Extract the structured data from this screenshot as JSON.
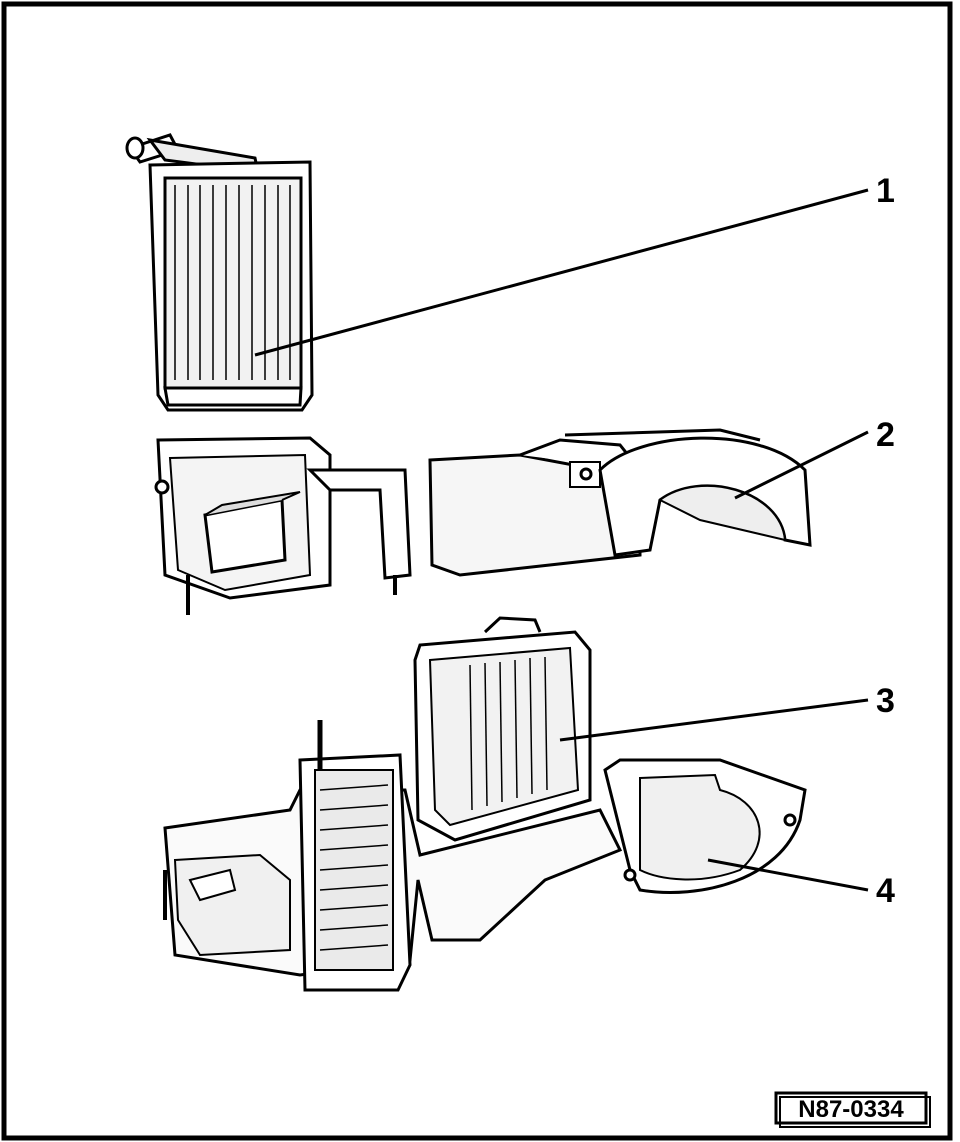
{
  "diagram": {
    "callouts": [
      {
        "id": "1",
        "label": "1"
      },
      {
        "id": "2",
        "label": "2"
      },
      {
        "id": "3",
        "label": "3"
      },
      {
        "id": "4",
        "label": "4"
      }
    ],
    "reference_code": "N87-0334",
    "colors": {
      "ink": "#000000",
      "paper": "#ffffff",
      "shade": "#e8e8e8"
    }
  }
}
